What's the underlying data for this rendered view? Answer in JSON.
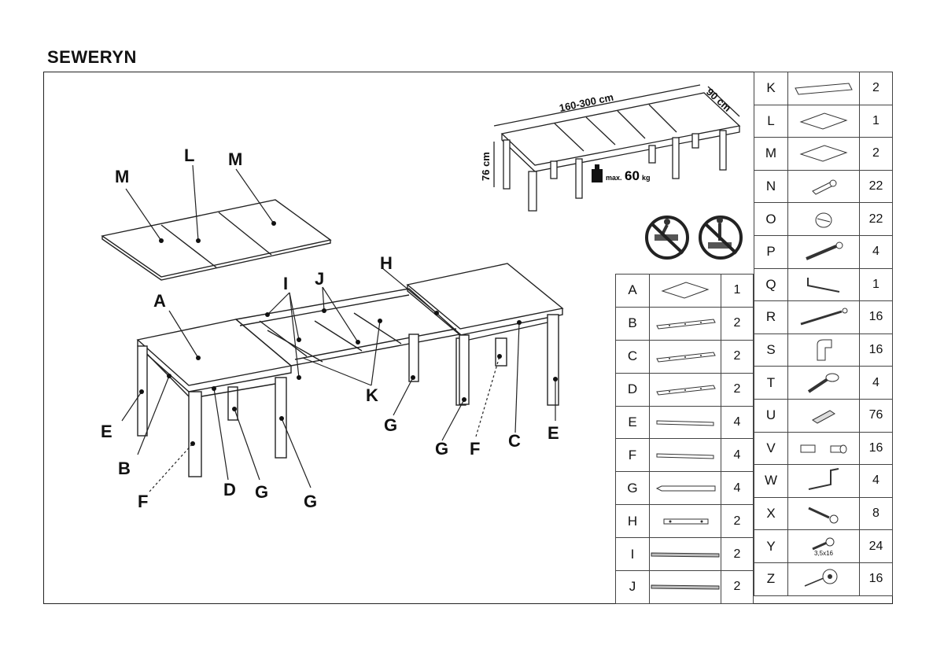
{
  "title": "SEWERYN",
  "dimensions": {
    "length": "160-300 cm",
    "width": "90 cm",
    "height": "76 cm",
    "max_label": "max.",
    "max_value": "60",
    "max_unit": "kg"
  },
  "labels": {
    "A": "A",
    "B": "B",
    "C": "C",
    "D": "D",
    "E": "E",
    "F": "F",
    "G": "G",
    "H": "H",
    "I": "I",
    "J": "J",
    "K": "K",
    "L": "L",
    "M": "M"
  },
  "parts_left": [
    {
      "letter": "A",
      "icon": "board-icon",
      "qty": "1"
    },
    {
      "letter": "B",
      "icon": "rail-icon",
      "qty": "2"
    },
    {
      "letter": "C",
      "icon": "rail-icon",
      "qty": "2"
    },
    {
      "letter": "D",
      "icon": "rail-icon",
      "qty": "2"
    },
    {
      "letter": "E",
      "icon": "slat-icon",
      "qty": "4"
    },
    {
      "letter": "F",
      "icon": "slat-icon",
      "qty": "4"
    },
    {
      "letter": "G",
      "icon": "leg-icon",
      "qty": "4"
    },
    {
      "letter": "H",
      "icon": "bracket-plate-icon",
      "qty": "2"
    },
    {
      "letter": "I",
      "icon": "runner-icon",
      "qty": "2"
    },
    {
      "letter": "J",
      "icon": "runner-icon",
      "qty": "2"
    }
  ],
  "parts_right": [
    {
      "letter": "K",
      "icon": "panel-icon",
      "qty": "2"
    },
    {
      "letter": "L",
      "icon": "board-icon",
      "qty": "1"
    },
    {
      "letter": "M",
      "icon": "board-icon",
      "qty": "2"
    },
    {
      "letter": "N",
      "icon": "connector-bolt-icon",
      "qty": "22"
    },
    {
      "letter": "O",
      "icon": "cam-lock-icon",
      "qty": "22"
    },
    {
      "letter": "P",
      "icon": "screw-icon",
      "qty": "4"
    },
    {
      "letter": "Q",
      "icon": "allen-key-icon",
      "qty": "1"
    },
    {
      "letter": "R",
      "icon": "long-screw-icon",
      "qty": "16"
    },
    {
      "letter": "S",
      "icon": "clip-icon",
      "qty": "16"
    },
    {
      "letter": "T",
      "icon": "wing-screw-icon",
      "qty": "4"
    },
    {
      "letter": "U",
      "icon": "wall-plug-icon",
      "qty": "76"
    },
    {
      "letter": "V",
      "icon": "dowel-icon",
      "qty": "16"
    },
    {
      "letter": "W",
      "icon": "angle-bracket-icon",
      "qty": "4"
    },
    {
      "letter": "X",
      "icon": "key-icon",
      "qty": "8"
    },
    {
      "letter": "Y",
      "icon": "wood-screw-icon",
      "qty": "24",
      "note": "3,5x16"
    },
    {
      "letter": "Z",
      "icon": "glide-icon",
      "qty": "16"
    }
  ]
}
